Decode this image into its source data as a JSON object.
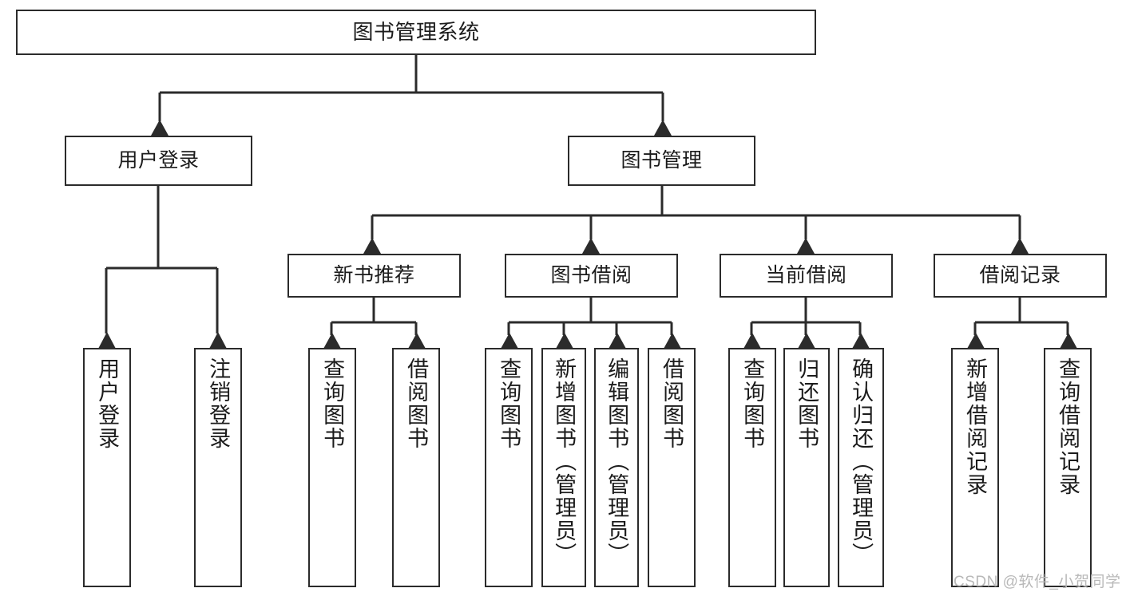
{
  "diagram": {
    "title": "图书管理系统",
    "root": {
      "label": "图书管理系统"
    },
    "level1": [
      {
        "label": "用户登录"
      },
      {
        "label": "图书管理"
      }
    ],
    "level2": [
      {
        "label": "新书推荐"
      },
      {
        "label": "图书借阅"
      },
      {
        "label": "当前借阅"
      },
      {
        "label": "借阅记录"
      }
    ],
    "leaves": {
      "user_login": [
        {
          "label": "用户登录"
        },
        {
          "label": "注销登录"
        }
      ],
      "new_book_recommend": [
        {
          "label": "查询图书"
        },
        {
          "label": "借阅图书"
        }
      ],
      "book_borrow": [
        {
          "label": "查询图书"
        },
        {
          "label": "新增图书（管理员）"
        },
        {
          "label": "编辑图书（管理员）"
        },
        {
          "label": "借阅图书"
        }
      ],
      "current_borrow": [
        {
          "label": "查询图书"
        },
        {
          "label": "归还图书"
        },
        {
          "label": "确认归还（管理员）"
        }
      ],
      "borrow_record": [
        {
          "label": "新增借阅记录"
        },
        {
          "label": "查询借阅记录"
        }
      ]
    }
  },
  "watermark": {
    "text": "CSDN @软件_小贺同学"
  },
  "colors": {
    "border": "#2b2b2b",
    "background": "#ffffff",
    "text": "#1b1b1b",
    "watermark": "#b9b9b9"
  }
}
